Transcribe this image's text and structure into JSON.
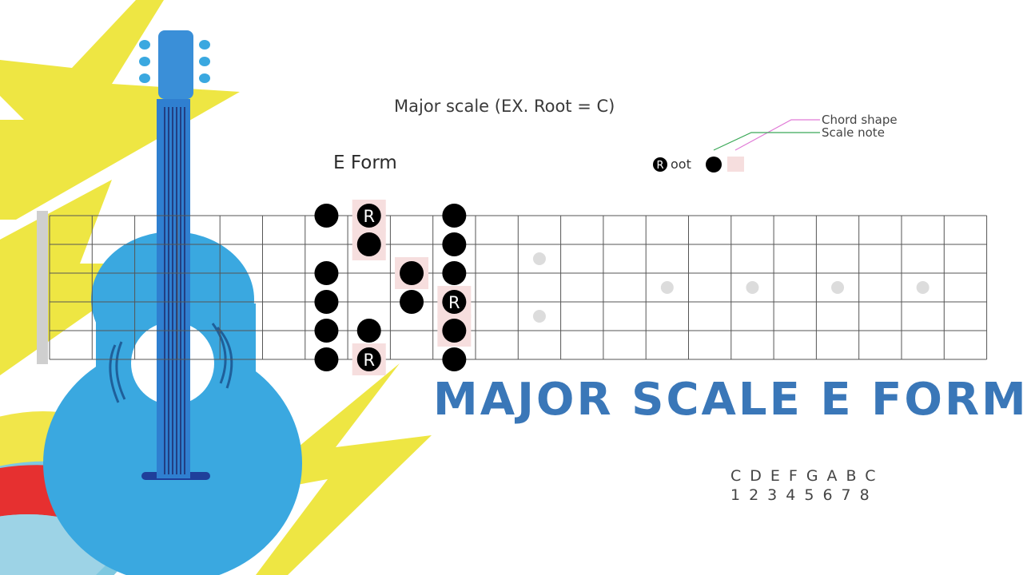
{
  "subtitle": "Major scale (EX. Root = C)",
  "form_label": "E Form",
  "headline": "MAJOR SCALE E FORM",
  "legend": {
    "chord_shape": "Chord shape",
    "scale_note": "Scale note",
    "root_marker": "R",
    "root_suffix": "oot"
  },
  "scale_notes": {
    "names": "CDEFGABC",
    "numbers": "12345678"
  },
  "root_label": "R",
  "colors": {
    "guitar_body": "#3aa8e0",
    "guitar_neck": "#3a8fd8",
    "lightning": "#eee643",
    "headline": "#3a77b8",
    "chord_highlight": "#f6dede",
    "chord_line": "#e07ad6",
    "scale_line": "#3aa857",
    "dot": "#000000",
    "fret_marker": "#dcdcdc"
  },
  "fretboard": {
    "strings": 6,
    "frets": 22,
    "fret_markers": [
      12,
      15,
      17,
      19,
      21
    ],
    "double_marker": 12
  },
  "scale_dots": [
    {
      "string": 1,
      "fret": 7,
      "root": false
    },
    {
      "string": 1,
      "fret": 8,
      "root": true
    },
    {
      "string": 1,
      "fret": 10,
      "root": false
    },
    {
      "string": 2,
      "fret": 8,
      "root": false
    },
    {
      "string": 2,
      "fret": 10,
      "root": false
    },
    {
      "string": 3,
      "fret": 7,
      "root": false
    },
    {
      "string": 3,
      "fret": 9,
      "root": false
    },
    {
      "string": 3,
      "fret": 10,
      "root": false
    },
    {
      "string": 4,
      "fret": 7,
      "root": false
    },
    {
      "string": 4,
      "fret": 9,
      "root": false
    },
    {
      "string": 4,
      "fret": 10,
      "root": true
    },
    {
      "string": 5,
      "fret": 7,
      "root": false
    },
    {
      "string": 5,
      "fret": 8,
      "root": false
    },
    {
      "string": 5,
      "fret": 10,
      "root": false
    },
    {
      "string": 6,
      "fret": 7,
      "root": false
    },
    {
      "string": 6,
      "fret": 8,
      "root": true
    },
    {
      "string": 6,
      "fret": 10,
      "root": false
    }
  ],
  "chord_shape": [
    {
      "string": 1,
      "fret": 8
    },
    {
      "string": 2,
      "fret": 8
    },
    {
      "string": 3,
      "fret": 9
    },
    {
      "string": 4,
      "fret": 10
    },
    {
      "string": 5,
      "fret": 10
    },
    {
      "string": 6,
      "fret": 8
    }
  ]
}
